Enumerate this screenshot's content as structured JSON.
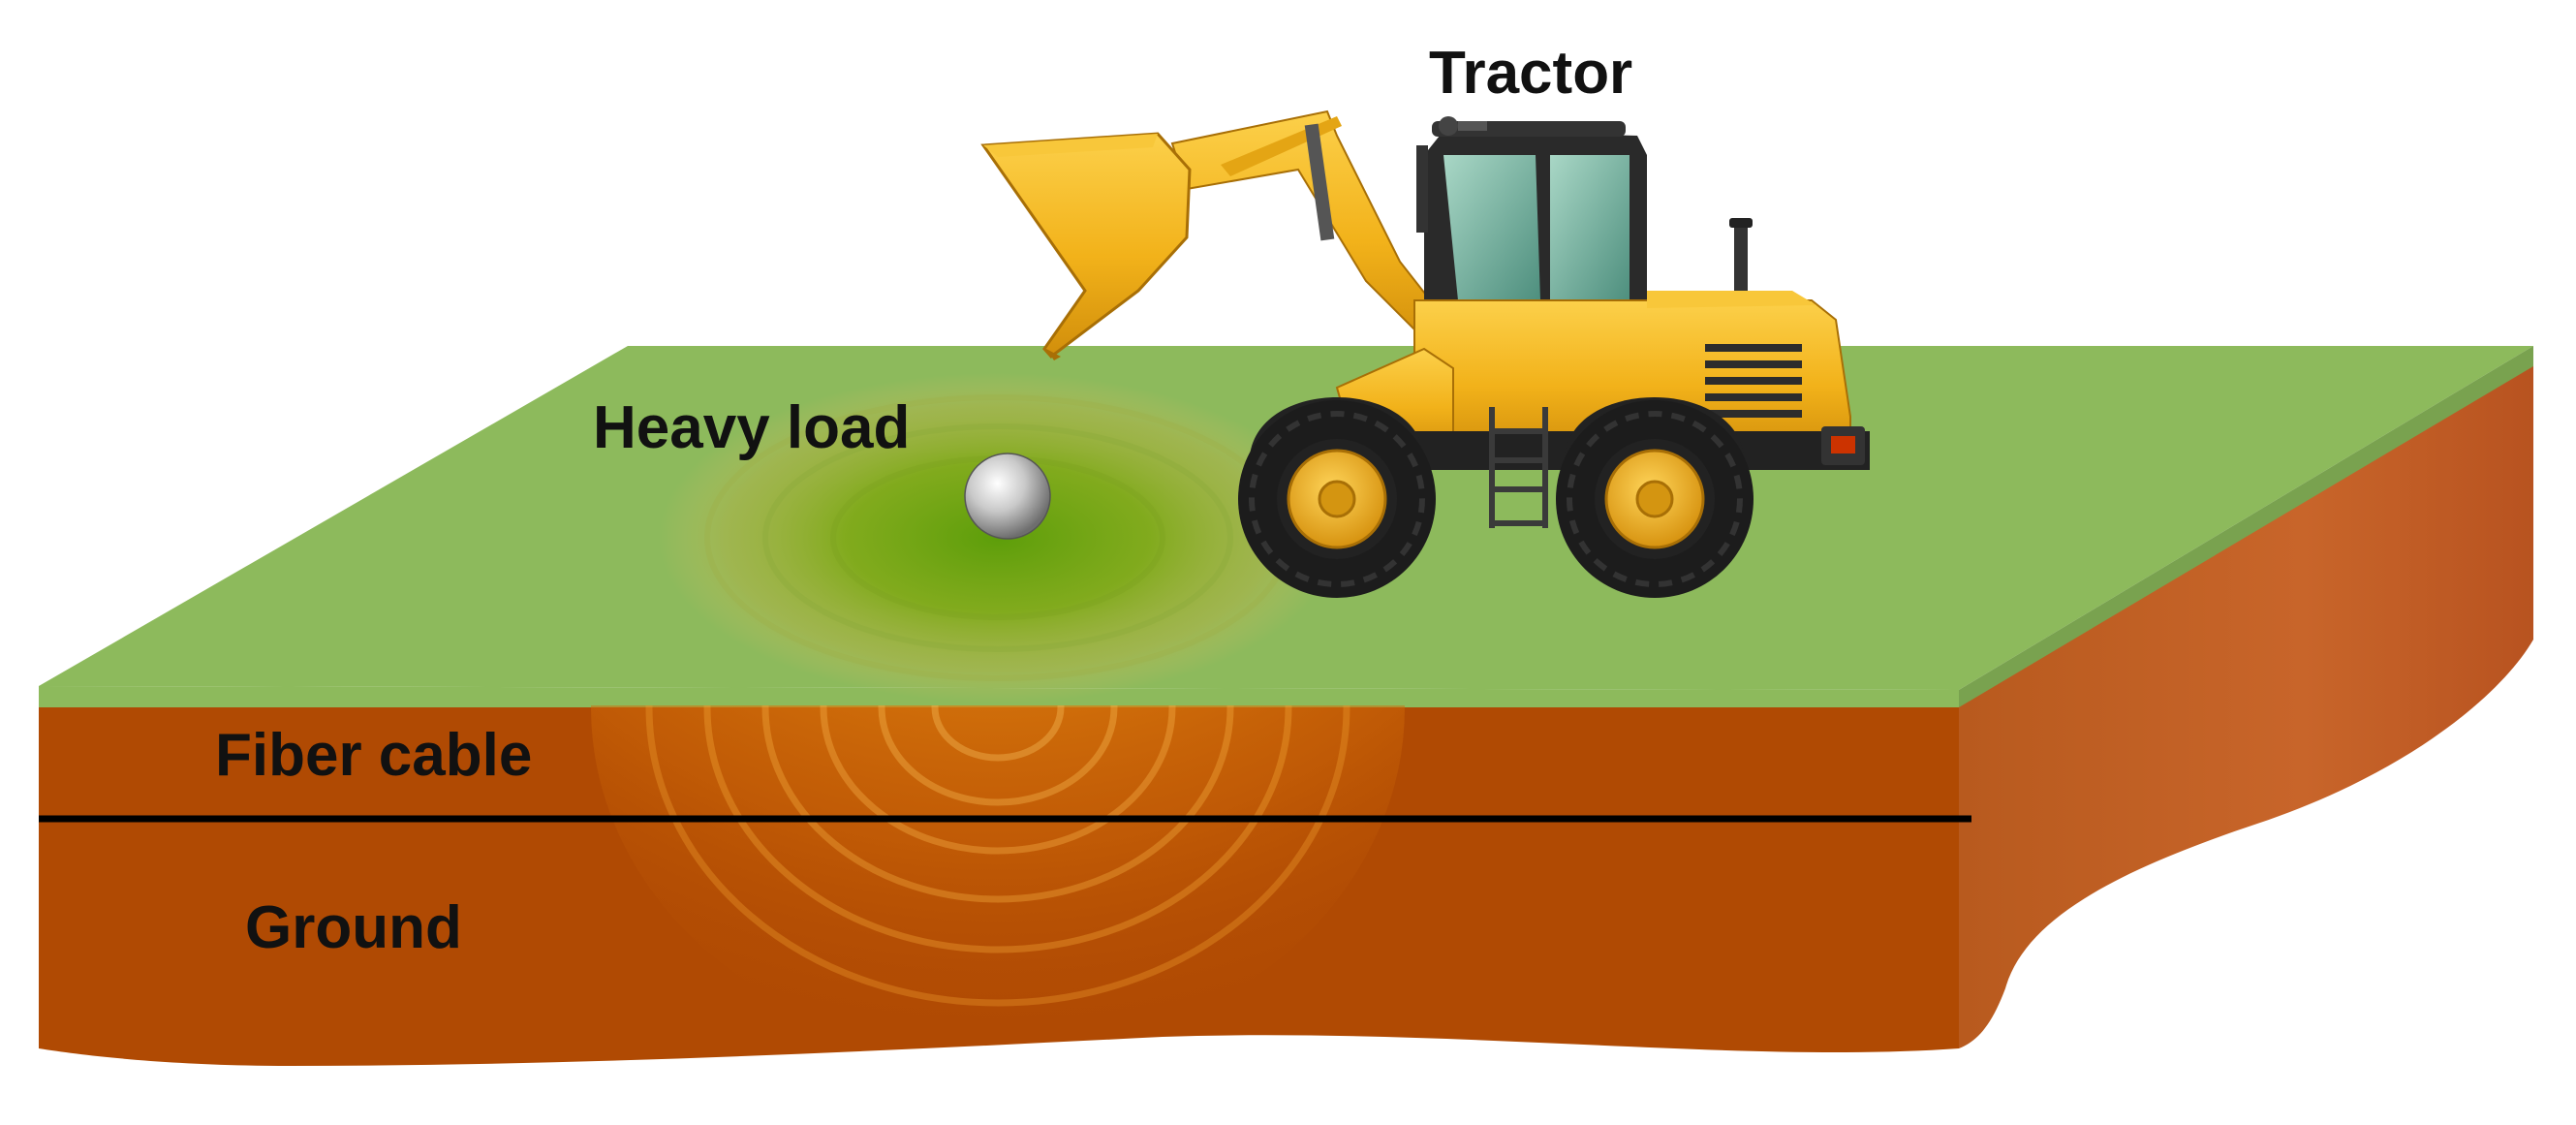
{
  "labels": {
    "tractor": "Tractor",
    "heavy_load": "Heavy load",
    "fiber_cable": "Fiber cable",
    "ground": "Ground"
  },
  "colors": {
    "grass_top": "#8dba5c",
    "grass_edge": "#79a24f",
    "soil_front": "#b04a03",
    "soil_side": "#c8652a",
    "wave_orange": "#f5a017",
    "tractor_yellow": "#f2b21a",
    "tire_black": "#1c1c1c",
    "cable": "#000000"
  },
  "icons": {
    "vehicle": "wheel-loader-icon",
    "load": "sphere-load-icon"
  }
}
